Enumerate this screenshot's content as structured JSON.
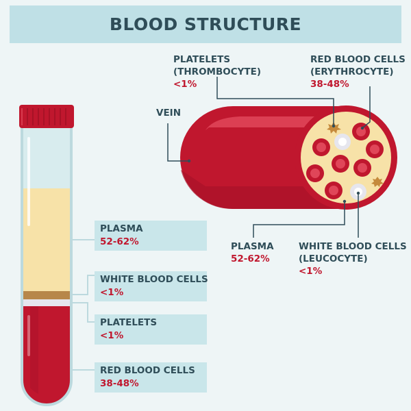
{
  "title": "BLOOD STRUCTURE",
  "tube_labels": [
    {
      "name": "PLASMA",
      "value": "52-62%"
    },
    {
      "name": "WHITE BLOOD CELLS",
      "value": "<1%"
    },
    {
      "name": "PLATELETS",
      "value": "<1%"
    },
    {
      "name": "RED BLOOD CELLS",
      "value": "38-48%"
    }
  ],
  "vessel_labels": {
    "vein": "VEIN",
    "platelets": {
      "line1": "PLATELETS",
      "line2": "(THROMBOCYTE)",
      "value": "<1%"
    },
    "red": {
      "line1": "RED BLOOD CELLS",
      "line2": "(ERYTHROCYTE)",
      "value": "38-48%"
    },
    "plasma": {
      "line1": "PLASMA",
      "value": "52-62%"
    },
    "white": {
      "line1": "WHITE BLOOD CELLS",
      "line2": "(LEUCOCYTE)",
      "value": "<1%"
    }
  },
  "colors": {
    "title_bar": "#bfe0e6",
    "label_box": "#c9e6ea",
    "text": "#2f4d58",
    "percent": "#c0172e",
    "plasma": "#f7e2a8",
    "blood": "#c0172e",
    "buffy_coat": "#b7874a"
  }
}
